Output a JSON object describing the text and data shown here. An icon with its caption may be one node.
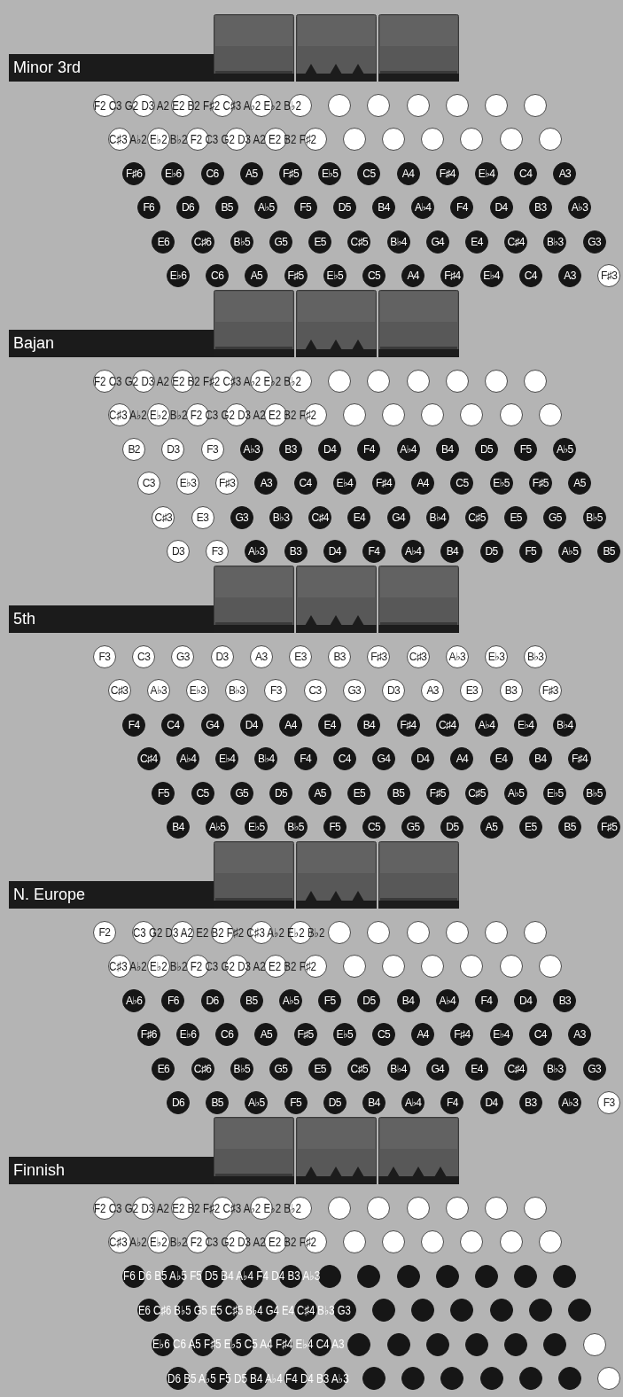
{
  "diagram": {
    "nodes": [
      {
        "text": [
          "Minor 3rd"
        ]
      },
      {
        "text": [],
        "shape": "circle"
      },
      {
        "text": [],
        "shape": "circle"
      },
      {
        "text": [],
        "shape": "circle"
      },
      {
        "text": [],
        "shape": "circle"
      },
      {
        "text": [],
        "shape": "circle"
      },
      {
        "text": [],
        "shape": "circle"
      },
      {
        "text": [],
        "shape": "circle"
      },
      {
        "text": [],
        "shape": "circle"
      },
      {
        "text": [],
        "shape": "circle"
      },
      {
        "text": [],
        "shape": "circle"
      },
      {
        "text": [],
        "shape": "circle"
      },
      {
        "text": [],
        "shape": "circle"
      },
      {
        "text": [],
        "shape": "circle"
      },
      {
        "text": [],
        "shape": "circle"
      },
      {
        "text": [],
        "shape": "circle"
      },
      {
        "text": [],
        "shape": "circle"
      },
      {
        "text": [],
        "shape": "circle"
      },
      {
        "text": [],
        "shape": "circle"
      },
      {
        "text": [],
        "shape": "circle"
      },
      {
        "text": [],
        "shape": "circle"
      },
      {
        "text": [],
        "shape": "circle"
      },
      {
        "text": [],
        "shape": "circle"
      },
      {
        "text": [],
        "shape": "circle"
      },
      {
        "text": [],
        "shape": "circle"
      },
      {
        "text": [
          "F♯6"
        ]
      },
      {
        "text": [
          "E♭6"
        ]
      },
      {
        "text": [
          "C6"
        ]
      },
      {
        "text": [
          "A5"
        ]
      },
      {
        "text": [
          "F♯5"
        ]
      },
      {
        "text": [
          "E♭5"
        ]
      },
      {
        "text": [
          "C5"
        ]
      },
      {
        "text": [
          "A4"
        ]
      },
      {
        "text": [
          "F♯4"
        ]
      },
      {
        "text": [
          "E♭4"
        ]
      },
      {
        "text": [
          "C4"
        ]
      },
      {
        "text": [
          "A3"
        ]
      },
      {
        "text": [
          "F6"
        ]
      },
      {
        "text": [
          "D6"
        ]
      },
      {
        "text": [
          "B5"
        ]
      },
      {
        "text": [
          "A♭5"
        ]
      },
      {
        "text": [
          "F5"
        ]
      },
      {
        "text": [
          "D5"
        ]
      },
      {
        "text": [
          "B4"
        ]
      },
      {
        "text": [
          "A♭4"
        ]
      },
      {
        "text": [
          "F4"
        ]
      },
      {
        "text": [
          "D4"
        ]
      },
      {
        "text": [
          "B3"
        ]
      },
      {
        "text": [
          "A♭3"
        ]
      },
      {
        "text": [
          "E6"
        ]
      },
      {
        "text": [
          "C♯6"
        ]
      },
      {
        "text": [
          "B♭5"
        ]
      },
      {
        "text": [
          "G5"
        ]
      },
      {
        "text": [
          "E5"
        ]
      },
      {
        "text": [
          "C♯5"
        ]
      },
      {
        "text": [
          "B♭4"
        ]
      },
      {
        "text": [
          "G4"
        ]
      },
      {
        "text": [
          "E4"
        ]
      },
      {
        "text": [
          "C♯4"
        ]
      },
      {
        "text": [
          "B♭3"
        ]
      },
      {
        "text": [
          "G3"
        ]
      },
      {
        "text": [
          "E♭6"
        ]
      },
      {
        "text": [
          "C6"
        ]
      },
      {
        "text": [
          "A5"
        ]
      },
      {
        "text": [
          "F♯5"
        ]
      },
      {
        "text": [
          "E♭5"
        ]
      },
      {
        "text": [
          "C5"
        ]
      },
      {
        "text": [
          "A4"
        ]
      },
      {
        "text": [
          "F♯4"
        ]
      },
      {
        "text": [
          "E♭4"
        ]
      },
      {
        "text": [
          "C4"
        ]
      },
      {
        "text": [
          "A3"
        ]
      },
      {
        "text": [
          "F♯3"
        ]
      },
      {
        "text": [
          "Bajan"
        ]
      },
      {
        "text": [],
        "shape": "circle"
      },
      {
        "text": [],
        "shape": "circle"
      },
      {
        "text": [],
        "shape": "circle"
      },
      {
        "text": [],
        "shape": "circle"
      },
      {
        "text": [],
        "shape": "circle"
      },
      {
        "text": [],
        "shape": "circle"
      },
      {
        "text": [],
        "shape": "circle"
      },
      {
        "text": [],
        "shape": "circle"
      },
      {
        "text": [],
        "shape": "circle"
      },
      {
        "text": [],
        "shape": "circle"
      },
      {
        "text": [],
        "shape": "circle"
      },
      {
        "text": [],
        "shape": "circle"
      },
      {
        "text": [],
        "shape": "circle"
      },
      {
        "text": [],
        "shape": "circle"
      },
      {
        "text": [],
        "shape": "circle"
      },
      {
        "text": [],
        "shape": "circle"
      },
      {
        "text": [],
        "shape": "circle"
      },
      {
        "text": [],
        "shape": "circle"
      },
      {
        "text": [],
        "shape": "circle"
      },
      {
        "text": [],
        "shape": "circle"
      },
      {
        "text": [],
        "shape": "circle"
      },
      {
        "text": [],
        "shape": "circle"
      },
      {
        "text": [],
        "shape": "circle"
      },
      {
        "text": [],
        "shape": "circle"
      },
      {
        "text": [
          "B2"
        ]
      },
      {
        "text": [
          "D3"
        ]
      },
      {
        "text": [
          "F3"
        ]
      },
      {
        "text": [
          "A♭3"
        ]
      },
      {
        "text": [
          "B3"
        ]
      },
      {
        "text": [
          "D4"
        ]
      },
      {
        "text": [
          "F4"
        ]
      },
      {
        "text": [
          "A♭4"
        ]
      },
      {
        "text": [
          "B4"
        ]
      },
      {
        "text": [
          "D5"
        ]
      },
      {
        "text": [
          "F5"
        ]
      },
      {
        "text": [
          "A♭5"
        ]
      },
      {
        "text": [
          "C3"
        ]
      },
      {
        "text": [
          "E♭3"
        ]
      },
      {
        "text": [
          "F♯3"
        ]
      },
      {
        "text": [
          "A3"
        ]
      },
      {
        "text": [
          "C4"
        ]
      },
      {
        "text": [
          "E♭4"
        ]
      },
      {
        "text": [
          "F♯4"
        ]
      },
      {
        "text": [
          "A4"
        ]
      },
      {
        "text": [
          "C5"
        ]
      },
      {
        "text": [
          "E♭5"
        ]
      },
      {
        "text": [
          "F♯5"
        ]
      },
      {
        "text": [
          "A5"
        ]
      },
      {
        "text": [
          "C♯3"
        ]
      },
      {
        "text": [
          "E3"
        ]
      },
      {
        "text": [
          "G3"
        ]
      },
      {
        "text": [
          "B♭3"
        ]
      },
      {
        "text": [
          "C♯4"
        ]
      },
      {
        "text": [
          "E4"
        ]
      },
      {
        "text": [
          "G4"
        ]
      },
      {
        "text": [
          "B♭4"
        ]
      },
      {
        "text": [
          "C♯5"
        ]
      },
      {
        "text": [
          "E5"
        ]
      },
      {
        "text": [
          "G5"
        ]
      },
      {
        "text": [
          "B♭5"
        ]
      },
      {
        "text": [
          "D3"
        ]
      },
      {
        "text": [
          "F3"
        ]
      },
      {
        "text": [
          "A♭3"
        ]
      },
      {
        "text": [
          "B3"
        ]
      },
      {
        "text": [
          "D4"
        ]
      },
      {
        "text": [
          "F4"
        ]
      },
      {
        "text": [
          "A♭4"
        ]
      },
      {
        "text": [
          "B4"
        ]
      },
      {
        "text": [
          "D5"
        ]
      },
      {
        "text": [
          "F5"
        ]
      },
      {
        "text": [
          "A♭5"
        ]
      },
      {
        "text": [
          "B5"
        ]
      },
      {
        "text": [
          "5th"
        ]
      },
      {
        "text": [
          "F3"
        ]
      },
      {
        "text": [
          "C3"
        ]
      },
      {
        "text": [
          "G3"
        ]
      },
      {
        "text": [
          "D3"
        ]
      },
      {
        "text": [
          "A3"
        ]
      },
      {
        "text": [
          "E3"
        ]
      },
      {
        "text": [
          "B3"
        ]
      },
      {
        "text": [
          "F♯3"
        ]
      },
      {
        "text": [
          "C♯3"
        ]
      },
      {
        "text": [
          "A♭3"
        ]
      },
      {
        "text": [
          "E♭3"
        ]
      },
      {
        "text": [
          "B♭3"
        ]
      },
      {
        "text": [
          "C♯3"
        ]
      },
      {
        "text": [
          "A♭3"
        ]
      },
      {
        "text": [
          "E♭3"
        ]
      },
      {
        "text": [
          "B♭3"
        ]
      },
      {
        "text": [
          "F3"
        ]
      },
      {
        "text": [
          "C3"
        ]
      },
      {
        "text": [
          "G3"
        ]
      },
      {
        "text": [
          "D3"
        ]
      },
      {
        "text": [
          "A3"
        ]
      },
      {
        "text": [
          "E3"
        ]
      },
      {
        "text": [
          "B3"
        ]
      },
      {
        "text": [
          "F♯3"
        ]
      },
      {
        "text": [
          "F4"
        ]
      },
      {
        "text": [
          "C4"
        ]
      },
      {
        "text": [
          "G4"
        ]
      },
      {
        "text": [
          "D4"
        ]
      },
      {
        "text": [
          "A4"
        ]
      },
      {
        "text": [
          "E4"
        ]
      },
      {
        "text": [
          "B4"
        ]
      },
      {
        "text": [
          "F♯4"
        ]
      },
      {
        "text": [
          "C♯4"
        ]
      },
      {
        "text": [
          "A♭4"
        ]
      },
      {
        "text": [
          "E♭4"
        ]
      },
      {
        "text": [
          "B♭4"
        ]
      },
      {
        "text": [
          "C♯4"
        ]
      },
      {
        "text": [
          "A♭4"
        ]
      },
      {
        "text": [
          "E♭4"
        ]
      },
      {
        "text": [
          "B♭4"
        ]
      },
      {
        "text": [
          "F4"
        ]
      },
      {
        "text": [
          "C4"
        ]
      },
      {
        "text": [
          "G4"
        ]
      },
      {
        "text": [
          "D4"
        ]
      },
      {
        "text": [
          "A4"
        ]
      },
      {
        "text": [
          "E4"
        ]
      },
      {
        "text": [
          "B4"
        ]
      },
      {
        "text": [
          "F♯4"
        ]
      },
      {
        "text": [
          "F5"
        ]
      },
      {
        "text": [
          "C5"
        ]
      },
      {
        "text": [
          "G5"
        ]
      },
      {
        "text": [
          "D5"
        ]
      },
      {
        "text": [
          "A5"
        ]
      },
      {
        "text": [
          "E5"
        ]
      },
      {
        "text": [
          "B5"
        ]
      },
      {
        "text": [
          "F♯5"
        ]
      },
      {
        "text": [
          "C♯5"
        ]
      },
      {
        "text": [
          "A♭5"
        ]
      },
      {
        "text": [
          "E♭5"
        ]
      },
      {
        "text": [
          "B♭5"
        ]
      },
      {
        "text": [
          "B4"
        ]
      },
      {
        "text": [
          "A♭5"
        ]
      },
      {
        "text": [
          "E♭5"
        ]
      },
      {
        "text": [
          "B♭5"
        ]
      },
      {
        "text": [
          "F5"
        ]
      },
      {
        "text": [
          "C5"
        ]
      },
      {
        "text": [
          "G5"
        ]
      },
      {
        "text": [
          "D5"
        ]
      },
      {
        "text": [
          "A5"
        ]
      },
      {
        "text": [
          "E5"
        ]
      },
      {
        "text": [
          "B5"
        ]
      },
      {
        "text": [
          "F♯5"
        ]
      },
      {
        "text": [
          "N. Europe"
        ]
      },
      {
        "text": [
          "F2"
        ]
      },
      {
        "text": [],
        "shape": "circle"
      },
      {
        "text": [],
        "shape": "circle"
      },
      {
        "text": [],
        "shape": "circle"
      },
      {
        "text": [],
        "shape": "circle"
      },
      {
        "text": [],
        "shape": "circle"
      },
      {
        "text": [],
        "shape": "circle"
      },
      {
        "text": [],
        "shape": "circle"
      },
      {
        "text": [],
        "shape": "circle"
      },
      {
        "text": [],
        "shape": "circle"
      },
      {
        "text": [],
        "shape": "circle"
      },
      {
        "text": [],
        "shape": "circle"
      },
      {
        "text": [],
        "shape": "circle"
      },
      {
        "text": [],
        "shape": "circle"
      },
      {
        "text": [],
        "shape": "circle"
      },
      {
        "text": [],
        "shape": "circle"
      },
      {
        "text": [],
        "shape": "circle"
      },
      {
        "text": [],
        "shape": "circle"
      },
      {
        "text": [],
        "shape": "circle"
      },
      {
        "text": [],
        "shape": "circle"
      },
      {
        "text": [],
        "shape": "circle"
      },
      {
        "text": [],
        "shape": "circle"
      },
      {
        "text": [],
        "shape": "circle"
      },
      {
        "text": [],
        "shape": "circle"
      },
      {
        "text": [
          "A♭6"
        ]
      },
      {
        "text": [
          "F6"
        ]
      },
      {
        "text": [
          "D6"
        ]
      },
      {
        "text": [
          "B5"
        ]
      },
      {
        "text": [
          "A♭5"
        ]
      },
      {
        "text": [
          "F5"
        ]
      },
      {
        "text": [
          "D5"
        ]
      },
      {
        "text": [
          "B4"
        ]
      },
      {
        "text": [
          "A♭4"
        ]
      },
      {
        "text": [
          "F4"
        ]
      },
      {
        "text": [
          "D4"
        ]
      },
      {
        "text": [
          "B3"
        ]
      },
      {
        "text": [
          "F♯6"
        ]
      },
      {
        "text": [
          "E♭6"
        ]
      },
      {
        "text": [
          "C6"
        ]
      },
      {
        "text": [
          "A5"
        ]
      },
      {
        "text": [
          "F♯5"
        ]
      },
      {
        "text": [
          "E♭5"
        ]
      },
      {
        "text": [
          "C5"
        ]
      },
      {
        "text": [
          "A4"
        ]
      },
      {
        "text": [
          "F♯4"
        ]
      },
      {
        "text": [
          "E♭4"
        ]
      },
      {
        "text": [
          "C4"
        ]
      },
      {
        "text": [
          "A3"
        ]
      },
      {
        "text": [
          "E6"
        ]
      },
      {
        "text": [
          "C♯6"
        ]
      },
      {
        "text": [
          "B♭5"
        ]
      },
      {
        "text": [
          "G5"
        ]
      },
      {
        "text": [
          "E5"
        ]
      },
      {
        "text": [
          "C♯5"
        ]
      },
      {
        "text": [
          "B♭4"
        ]
      },
      {
        "text": [
          "G4"
        ]
      },
      {
        "text": [
          "E4"
        ]
      },
      {
        "text": [
          "C♯4"
        ]
      },
      {
        "text": [
          "B♭3"
        ]
      },
      {
        "text": [
          "G3"
        ]
      },
      {
        "text": [
          "D6"
        ]
      },
      {
        "text": [
          "B5"
        ]
      },
      {
        "text": [
          "A♭5"
        ]
      },
      {
        "text": [
          "F5"
        ]
      },
      {
        "text": [
          "D5"
        ]
      },
      {
        "text": [
          "B4"
        ]
      },
      {
        "text": [
          "A♭4"
        ]
      },
      {
        "text": [
          "F4"
        ]
      },
      {
        "text": [
          "D4"
        ]
      },
      {
        "text": [
          "B3"
        ]
      },
      {
        "text": [
          "A♭3"
        ]
      },
      {
        "text": [
          "F3"
        ]
      },
      {
        "text": [
          "Finnish"
        ]
      },
      {
        "text": [],
        "shape": "circle"
      },
      {
        "text": [],
        "shape": "circle"
      },
      {
        "text": [],
        "shape": "circle"
      },
      {
        "text": [],
        "shape": "circle"
      },
      {
        "text": [],
        "shape": "circle"
      },
      {
        "text": [],
        "shape": "circle"
      },
      {
        "text": [],
        "shape": "circle"
      },
      {
        "text": [],
        "shape": "circle"
      },
      {
        "text": [],
        "shape": "circle"
      },
      {
        "text": [],
        "shape": "circle"
      },
      {
        "text": [],
        "shape": "circle"
      },
      {
        "text": [],
        "shape": "circle"
      },
      {
        "text": [],
        "shape": "circle"
      },
      {
        "text": [],
        "shape": "circle"
      },
      {
        "text": [],
        "shape": "circle"
      },
      {
        "text": [],
        "shape": "circle"
      },
      {
        "text": [],
        "shape": "circle"
      },
      {
        "text": [],
        "shape": "circle"
      },
      {
        "text": [],
        "shape": "circle"
      },
      {
        "text": [],
        "shape": "circle"
      },
      {
        "text": [],
        "shape": "circle"
      },
      {
        "text": [],
        "shape": "circle"
      },
      {
        "text": [],
        "shape": "circle"
      },
      {
        "text": [],
        "shape": "circle"
      },
      {
        "text": [],
        "shape": "circle"
      },
      {
        "text": [],
        "shape": "circle"
      },
      {
        "text": [],
        "shape": "circle"
      },
      {
        "text": [],
        "shape": "circle"
      },
      {
        "text": [],
        "shape": "circle"
      },
      {
        "text": [],
        "shape": "circle"
      },
      {
        "text": [],
        "shape": "circle"
      },
      {
        "text": [],
        "shape": "circle"
      },
      {
        "text": [],
        "shape": "circle"
      },
      {
        "text": [],
        "shape": "circle"
      },
      {
        "text": [],
        "shape": "circle"
      },
      {
        "text": [],
        "shape": "circle"
      },
      {
        "text": [],
        "shape": "circle"
      },
      {
        "text": [],
        "shape": "circle"
      },
      {
        "text": [],
        "shape": "circle"
      },
      {
        "text": [],
        "shape": "circle"
      },
      {
        "text": [],
        "shape": "circle"
      },
      {
        "text": [],
        "shape": "circle"
      },
      {
        "text": [],
        "shape": "circle"
      },
      {
        "text": [],
        "shape": "circle"
      },
      {
        "text": [],
        "shape": "circle"
      },
      {
        "text": [],
        "shape": "circle"
      },
      {
        "text": [],
        "shape": "circle"
      },
      {
        "text": [],
        "shape": "circle"
      },
      {
        "text": [],
        "shape": "circle"
      },
      {
        "text": [],
        "shape": "circle"
      },
      {
        "text": [],
        "shape": "circle"
      },
      {
        "text": [],
        "shape": "circle"
      },
      {
        "text": [],
        "shape": "circle"
      },
      {
        "text": [],
        "shape": "circle"
      },
      {
        "text": [],
        "shape": "circle"
      },
      {
        "text": [],
        "shape": "circle"
      },
      {
        "text": [],
        "shape": "circle"
      },
      {
        "text": [],
        "shape": "circle"
      },
      {
        "text": [],
        "shape": "circle"
      },
      {
        "text": [],
        "shape": "circle"
      },
      {
        "text": [],
        "shape": "circle"
      },
      {
        "text": [],
        "shape": "circle"
      },
      {
        "text": [],
        "shape": "circle"
      },
      {
        "text": [],
        "shape": "circle"
      },
      {
        "text": [],
        "shape": "circle"
      },
      {
        "text": [],
        "shape": "circle"
      },
      {
        "text": [],
        "shape": "circle"
      },
      {
        "text": [],
        "shape": "circle"
      },
      {
        "text": [],
        "shape": "circle"
      },
      {
        "text": [],
        "shape": "circle"
      },
      {
        "text": [],
        "shape": "circle"
      },
      {
        "text": [],
        "shape": "circle"
      }
    ],
    "labels": [
      "F2 C3 G2 D3 A2 E2 B2 F♯2 C♯3 A♭2 E♭2 B♭2",
      "C♯3 A♭2 E♭2 B♭2 F2 C3 G2 D3 A2 E2 B2 F♯2",
      "F2 C3 G2 D3 A2 E2 B2 F♯2 C♯3 A♭2 E♭2 B♭2",
      "C♯3 A♭2 E♭2 B♭2 F2 C3 G2 D3 A2 E2 B2 F♯2",
      "C3 G2 D3 A2 E2 B2 F♯2 C♯3 A♭2 E♭2 B♭2",
      "C♯3 A♭2 E♭2 B♭2 F2 C3 G2 D3 A2 E2 B2 F♯2",
      "F2 C3 G2 D3 A2 E2 B2 F♯2 C♯3 A♭2 E♭2 B♭2",
      "C♯3 A♭2 E♭2 B♭2 F2 C3 G2 D3 A2 E2 B2 F♯2",
      "F6 D6 B5 A♭5 F5 D5 B4 A♭4 F4 D4 B3 A♭3",
      "E6 C♯6 B♭5 G5 E5 C♯5 B♭4 G4 E4 C♯4 B♭3 G3",
      "E♭6 C6 A5 F♯5 E♭5 C5 A4 F♯4 E♭4 C4 A3",
      "D6 B5 A♭5 F5 D5 B4 A♭4 F4 D4 B3 A♭3"
    ]
  }
}
